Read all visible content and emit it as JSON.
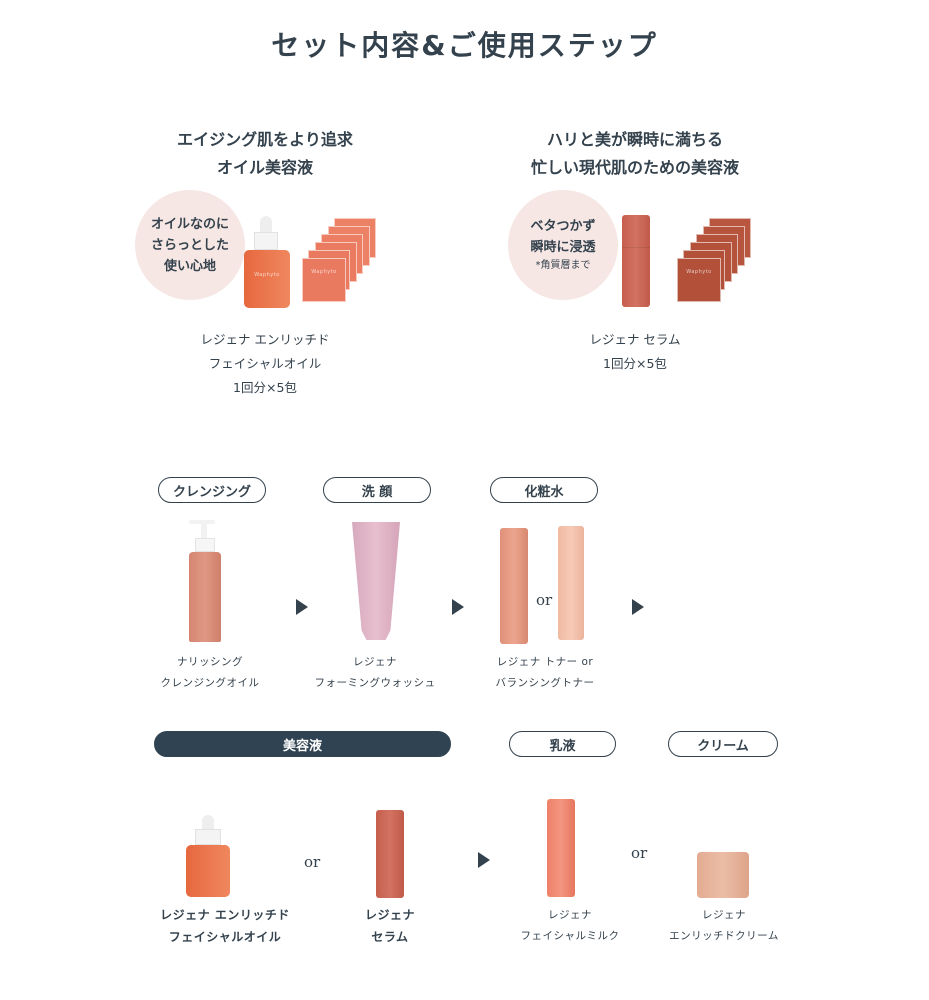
{
  "page_title": "セット内容&ご使用ステップ",
  "set_contents": [
    {
      "headline_lines": [
        "エイジング肌をより追求",
        "オイル美容液"
      ],
      "badge_lines": [
        "オイルなのに",
        "さらっとした",
        "使い心地"
      ],
      "badge_note": "",
      "product_lines": [
        "レジェナ エンリッチド",
        "フェイシャルオイル",
        "1回分×5包"
      ],
      "brand": "Waphyto",
      "colors": {
        "bottle": "#e8714a",
        "sachet": "#e97a60"
      }
    },
    {
      "headline_lines": [
        "ハリと美が瞬時に満ちる",
        "忙しい現代肌のための美容液"
      ],
      "badge_lines": [
        "ベタつかず",
        "瞬時に浸透"
      ],
      "badge_note": "*角質層まで",
      "product_lines": [
        "レジェナ セラム",
        "1回分×5包"
      ],
      "brand": "Waphyto",
      "colors": {
        "bottle": "#c65f4c",
        "sachet": "#b2503a"
      }
    }
  ],
  "steps_row1": [
    {
      "label": "クレンジング",
      "product_lines": [
        "ナリッシング",
        "クレンジングオイル"
      ],
      "color": "#d98a76"
    },
    {
      "label": "洗 顔",
      "product_lines": [
        "レジェナ",
        "フォーミングウォッシュ"
      ],
      "color": "#e0b3c4"
    },
    {
      "label": "化粧水",
      "product_lines": [
        "レジェナ トナー or",
        "バランシングトナー"
      ],
      "colors": [
        "#e39a80",
        "#f2c0aa"
      ]
    }
  ],
  "steps_row2": [
    {
      "label": "美容液",
      "products": [
        {
          "lines": [
            "レジェナ エンリッチド",
            "フェイシャルオイル"
          ],
          "color": "#e8714a"
        },
        {
          "lines": [
            "レジェナ",
            "セラム"
          ],
          "color": "#c65f4c"
        }
      ]
    },
    {
      "label": "乳液",
      "product_lines": [
        "レジェナ",
        "フェイシャルミルク"
      ],
      "color": "#ea7f66"
    },
    {
      "label": "クリーム",
      "product_lines": [
        "レジェナ",
        "エンリッチドクリーム"
      ],
      "color": "#e6b49c"
    }
  ],
  "or_text": "or",
  "accent_color": "#2f4352"
}
